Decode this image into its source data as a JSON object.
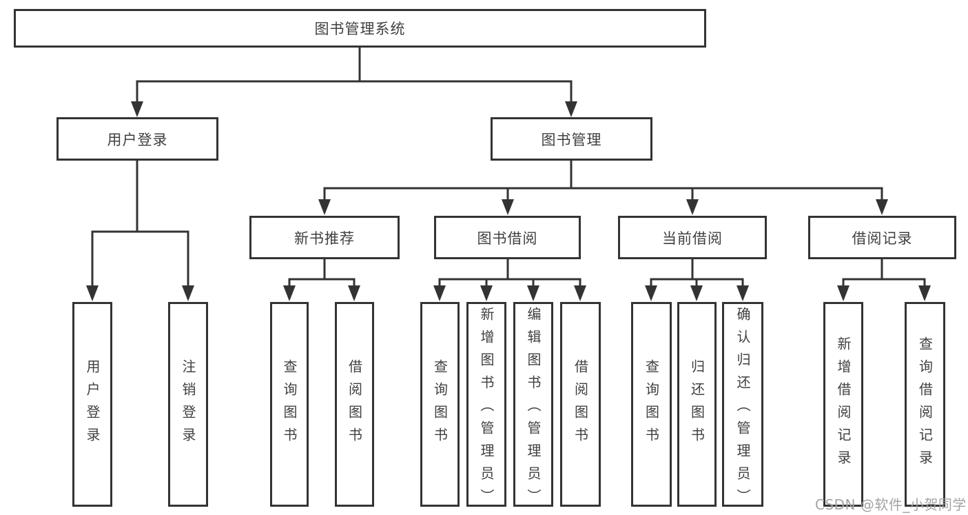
{
  "diagram": {
    "title": "图书管理系统",
    "level2": [
      {
        "label": "用户登录"
      },
      {
        "label": "图书管理"
      }
    ],
    "level3": [
      {
        "label": "新书推荐"
      },
      {
        "label": "图书借阅"
      },
      {
        "label": "当前借阅"
      },
      {
        "label": "借阅记录"
      }
    ],
    "leaves": {
      "user_login": [
        {
          "label": "用户登录"
        },
        {
          "label": "注销登录"
        }
      ],
      "new_book_recommend": [
        {
          "label": "查询图书"
        },
        {
          "label": "借阅图书"
        }
      ],
      "book_borrowing": [
        {
          "label": "查询图书"
        },
        {
          "label": "新增图书（管理员）"
        },
        {
          "label": "编辑图书（管理员）"
        },
        {
          "label": "借阅图书"
        }
      ],
      "current_borrowing": [
        {
          "label": "查询图书"
        },
        {
          "label": "归还图书"
        },
        {
          "label": "确认归还（管理员）"
        }
      ],
      "borrow_records": [
        {
          "label": "新增借阅记录"
        },
        {
          "label": "查询借阅记录"
        }
      ]
    }
  },
  "watermark": {
    "text": "CSDN @软件_小贺同学"
  },
  "colors": {
    "background": "#ffffff",
    "box_bg": "#ffffff",
    "box_border": "#333333",
    "line": "#333333",
    "text": "#404040",
    "watermark": "#a3a3a3"
  }
}
